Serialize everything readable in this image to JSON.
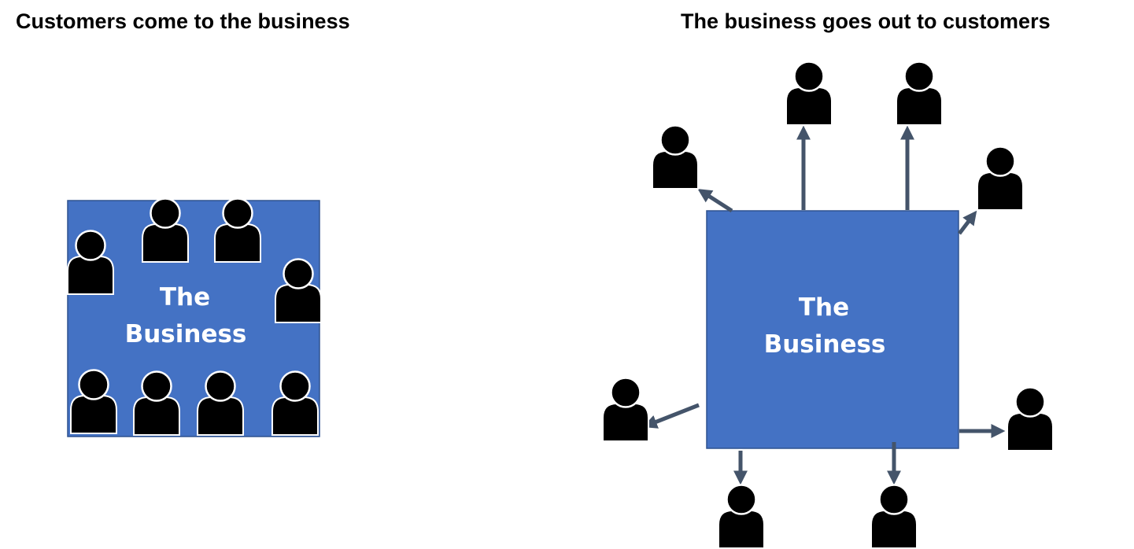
{
  "left_panel": {
    "title": "Customers come to the business",
    "business_label_line1": "The",
    "business_label_line2": "Business"
  },
  "right_panel": {
    "title": "The business goes out to customers",
    "business_label_line1": "The",
    "business_label_line2": "Business"
  },
  "colors": {
    "business_fill": "#4472C4",
    "business_border": "#2F528F",
    "person": "#000000",
    "arrow": "#44546A",
    "label": "#FFFFFF"
  },
  "icons": {
    "customer": "person-icon",
    "direction": "arrow-icon"
  }
}
